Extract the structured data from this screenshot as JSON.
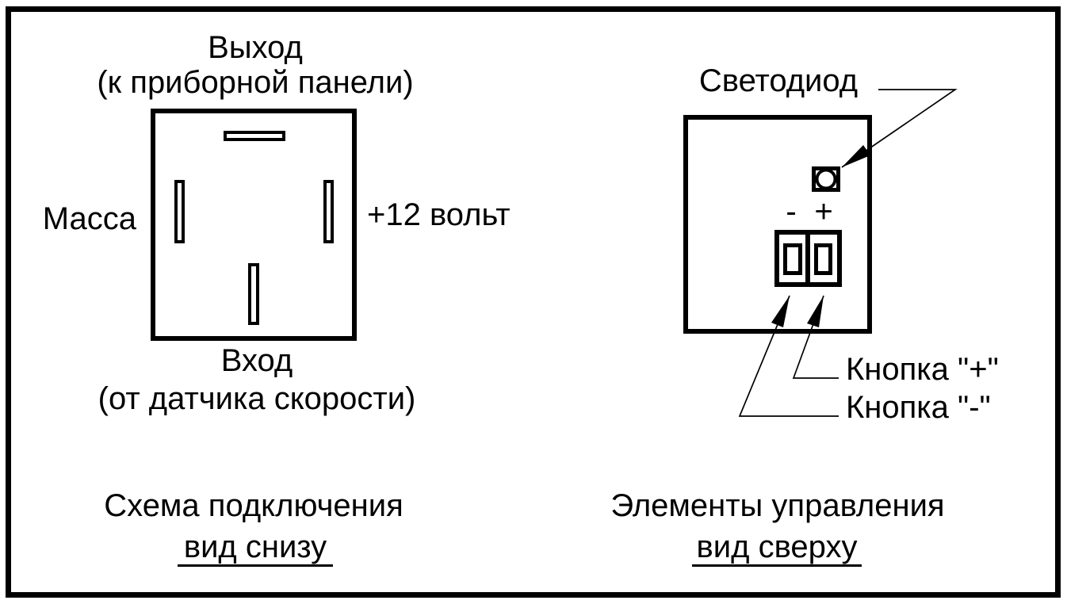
{
  "page": {
    "background": "#ffffff",
    "line_color": "#000000"
  },
  "left_diagram": {
    "top_label_line1": "Выход",
    "top_label_line2": "(к приборной панели)",
    "left_pin_label": "Масса",
    "right_pin_label": "+12 вольт",
    "bottom_label_line1": "Вход",
    "bottom_label_line2": "(от датчика скорости)",
    "caption_line1": "Схема подключения",
    "caption_line2": "вид снизу"
  },
  "right_diagram": {
    "led_label": "Светодиод",
    "minus_mark": "-",
    "plus_mark": "+",
    "button_plus_label": "Кнопка \"+\"",
    "button_minus_label": "Кнопка \"-\"",
    "caption_line1": "Элементы управления",
    "caption_line2": "вид сверху"
  }
}
